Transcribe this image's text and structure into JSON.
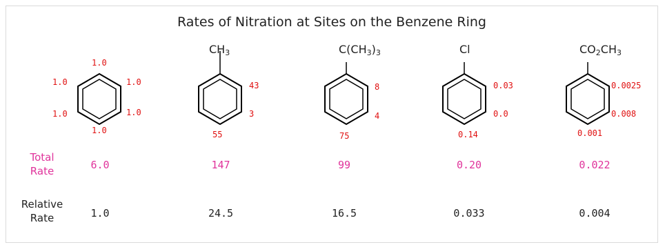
{
  "title": "Rates of Nitration at Sites on the Benzene Ring",
  "row_labels": {
    "total_line1": "Total",
    "total_line2": "Rate",
    "relative_line1": "Relative",
    "relative_line2": "Rate"
  },
  "compounds": [
    {
      "substituent": "",
      "rates": {
        "top": "1.0",
        "upper_left": "1.0",
        "upper_right": "1.0",
        "lower_left": "1.0",
        "lower_right": "1.0",
        "bottom": "1.0"
      },
      "total_rate": "6.0",
      "relative_rate": "1.0"
    },
    {
      "substituent": "CH3",
      "rates": {
        "ortho": "43",
        "meta": "3",
        "para": "55"
      },
      "total_rate": "147",
      "relative_rate": "24.5"
    },
    {
      "substituent": "C(CH3)3",
      "rates": {
        "ortho": "8",
        "meta": "4",
        "para": "75"
      },
      "total_rate": "99",
      "relative_rate": "16.5"
    },
    {
      "substituent": "Cl",
      "rates": {
        "ortho": "0.03",
        "meta": "0.0",
        "para": "0.14"
      },
      "total_rate": "0.20",
      "relative_rate": "0.033"
    },
    {
      "substituent": "CO2CH3",
      "rates": {
        "ortho": "0.0025",
        "meta": "0.008",
        "para": "0.001"
      },
      "total_rate": "0.022",
      "relative_rate": "0.004"
    }
  ],
  "colors": {
    "site_rate": "#e01010",
    "total_rate": "#e0339b",
    "relative_rate": "#222222"
  }
}
